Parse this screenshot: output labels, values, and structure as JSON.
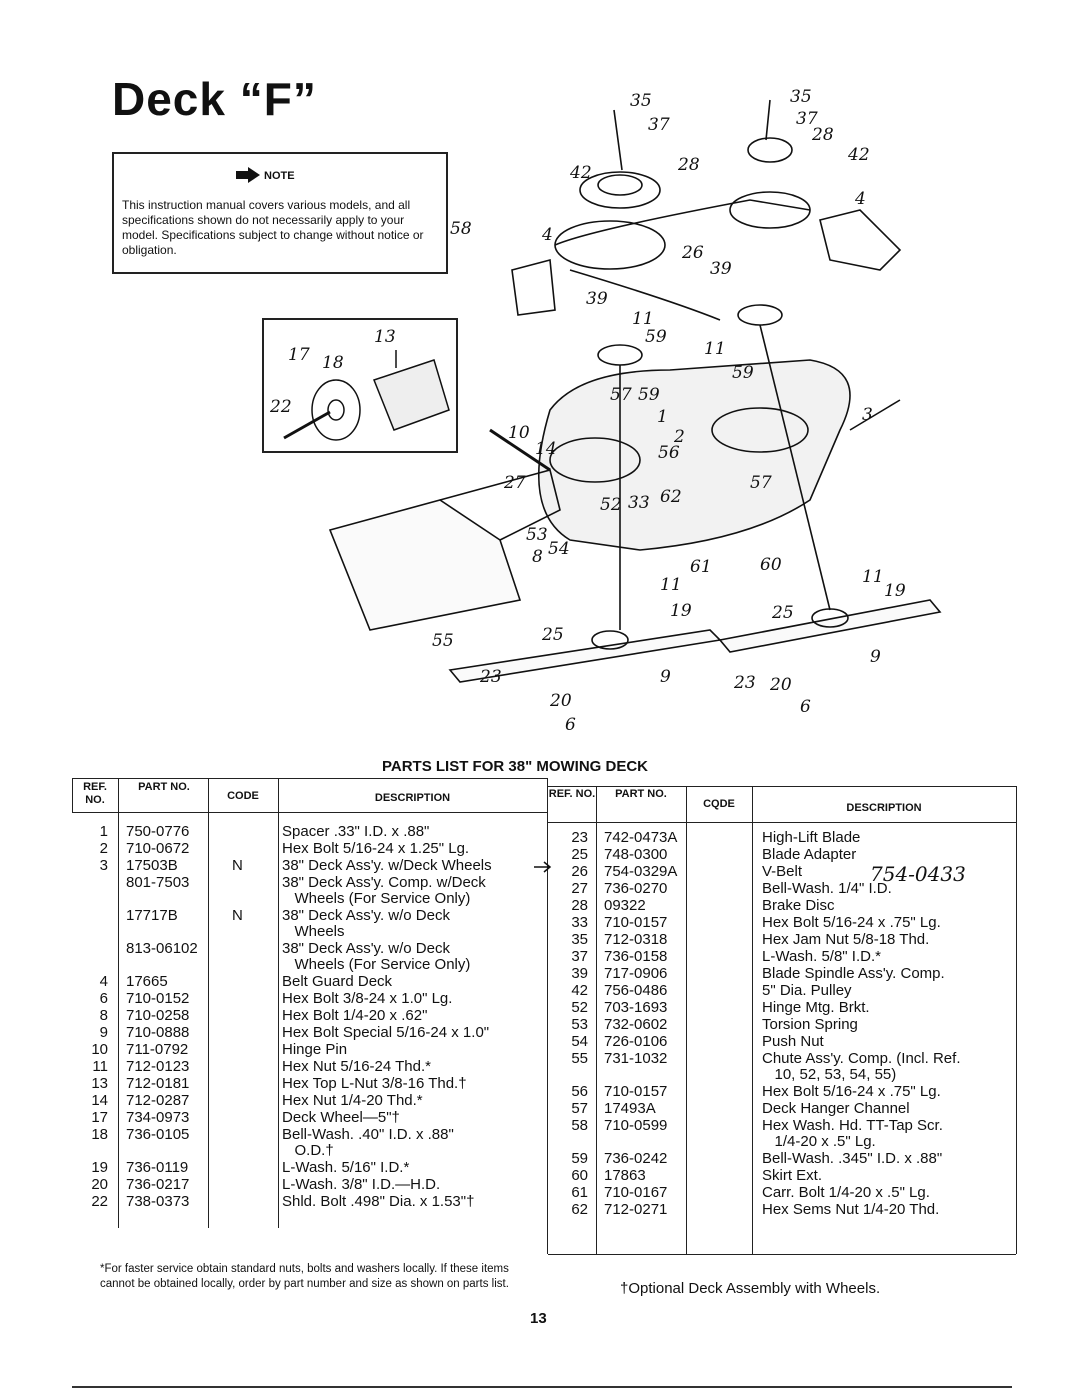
{
  "title": "Deck “F”",
  "note": {
    "label": "NOTE",
    "text": "This instruction manual covers various models, and all specifications shown do not necessarily apply to your model. Specifications subject to change without notice or obligation."
  },
  "diagram": {
    "callouts": [
      "35",
      "37",
      "28",
      "42",
      "28",
      "35",
      "37",
      "42",
      "4",
      "58",
      "4",
      "26",
      "39",
      "39",
      "11",
      "59",
      "11",
      "59",
      "3",
      "13",
      "17",
      "18",
      "22",
      "10",
      "14",
      "57",
      "59",
      "1",
      "2",
      "56",
      "27",
      "52",
      "33",
      "62",
      "57",
      "53",
      "8",
      "54",
      "61",
      "60",
      "55",
      "11",
      "19",
      "25",
      "23",
      "9",
      "20",
      "6",
      "11",
      "19",
      "25",
      "23",
      "20",
      "9",
      "6"
    ]
  },
  "parts_list": {
    "title": "PARTS LIST FOR 38\" MOWING DECK",
    "headers": {
      "ref_no": "REF. NO.",
      "part_no": "PART NO.",
      "code": "CODE",
      "description": "DESCRIPTION",
      "ref_no_2": "REF. NO.",
      "part_no_2": "PART NO.",
      "code_2": "CQDE",
      "description_2": "DESCRIPTION"
    },
    "left_rows": [
      {
        "ref": "1",
        "part": "750-0776",
        "code": "",
        "desc": "Spacer .33\" I.D. x .88\""
      },
      {
        "ref": "2",
        "part": "710-0672",
        "code": "",
        "desc": "Hex Bolt 5/16-24 x 1.25\" Lg."
      },
      {
        "ref": "3",
        "part": "17503B",
        "code": "N",
        "desc": "38\" Deck Ass'y. w/Deck Wheels"
      },
      {
        "ref": "",
        "part": "801-7503",
        "code": "",
        "desc": "38\" Deck Ass'y. Comp. w/Deck\n   Wheels (For Service Only)"
      },
      {
        "ref": "",
        "part": "17717B",
        "code": "N",
        "desc": "38\" Deck Ass'y. w/o Deck\n   Wheels"
      },
      {
        "ref": "",
        "part": "813-06102",
        "code": "",
        "desc": "38\" Deck Ass'y. w/o Deck\n   Wheels (For Service Only)"
      },
      {
        "ref": "4",
        "part": "17665",
        "code": "",
        "desc": "Belt Guard Deck"
      },
      {
        "ref": "6",
        "part": "710-0152",
        "code": "",
        "desc": "Hex Bolt 3/8-24 x 1.0\" Lg."
      },
      {
        "ref": "8",
        "part": "710-0258",
        "code": "",
        "desc": "Hex Bolt 1/4-20 x .62\""
      },
      {
        "ref": "9",
        "part": "710-0888",
        "code": "",
        "desc": "Hex Bolt Special 5/16-24 x 1.0\""
      },
      {
        "ref": "10",
        "part": "711-0792",
        "code": "",
        "desc": "Hinge Pin"
      },
      {
        "ref": "11",
        "part": "712-0123",
        "code": "",
        "desc": "Hex Nut 5/16-24 Thd.*"
      },
      {
        "ref": "13",
        "part": "712-0181",
        "code": "",
        "desc": "Hex Top L-Nut 3/8-16 Thd.†"
      },
      {
        "ref": "14",
        "part": "712-0287",
        "code": "",
        "desc": "Hex Nut 1/4-20 Thd.*"
      },
      {
        "ref": "17",
        "part": "734-0973",
        "code": "",
        "desc": "Deck Wheel—5\"†"
      },
      {
        "ref": "18",
        "part": "736-0105",
        "code": "",
        "desc": "Bell-Wash. .40\" I.D. x .88\"\n   O.D.†"
      },
      {
        "ref": "19",
        "part": "736-0119",
        "code": "",
        "desc": "L-Wash. 5/16\" I.D.*"
      },
      {
        "ref": "20",
        "part": "736-0217",
        "code": "",
        "desc": "L-Wash. 3/8\" I.D.—H.D."
      },
      {
        "ref": "22",
        "part": "738-0373",
        "code": "",
        "desc": "Shld. Bolt .498\" Dia. x 1.53\"†"
      }
    ],
    "right_rows": [
      {
        "ref": "23",
        "part": "742-0473A",
        "code": "",
        "desc": "High-Lift Blade"
      },
      {
        "ref": "25",
        "part": "748-0300",
        "code": "",
        "desc": "Blade Adapter"
      },
      {
        "ref": "26",
        "part": "754-0329A",
        "code": "",
        "desc": "V-Belt"
      },
      {
        "ref": "27",
        "part": "736-0270",
        "code": "",
        "desc": "Bell-Wash. 1/4\" I.D."
      },
      {
        "ref": "28",
        "part": "09322",
        "code": "",
        "desc": "Brake Disc"
      },
      {
        "ref": "33",
        "part": "710-0157",
        "code": "",
        "desc": "Hex Bolt 5/16-24 x .75\" Lg."
      },
      {
        "ref": "35",
        "part": "712-0318",
        "code": "",
        "desc": "Hex Jam Nut 5/8-18 Thd."
      },
      {
        "ref": "37",
        "part": "736-0158",
        "code": "",
        "desc": "L-Wash. 5/8\" I.D.*"
      },
      {
        "ref": "39",
        "part": "717-0906",
        "code": "",
        "desc": "Blade Spindle Ass'y. Comp."
      },
      {
        "ref": "42",
        "part": "756-0486",
        "code": "",
        "desc": "5\" Dia. Pulley"
      },
      {
        "ref": "52",
        "part": "703-1693",
        "code": "",
        "desc": "Hinge Mtg. Brkt."
      },
      {
        "ref": "53",
        "part": "732-0602",
        "code": "",
        "desc": "Torsion Spring"
      },
      {
        "ref": "54",
        "part": "726-0106",
        "code": "",
        "desc": "Push Nut"
      },
      {
        "ref": "55",
        "part": "731-1032",
        "code": "",
        "desc": "Chute Ass'y. Comp. (Incl. Ref.\n   10, 52, 53, 54, 55)"
      },
      {
        "ref": "56",
        "part": "710-0157",
        "code": "",
        "desc": "Hex Bolt 5/16-24 x .75\" Lg."
      },
      {
        "ref": "57",
        "part": "17493A",
        "code": "",
        "desc": "Deck Hanger Channel"
      },
      {
        "ref": "58",
        "part": "710-0599",
        "code": "",
        "desc": "Hex Wash. Hd. TT-Tap Scr.\n   1/4-20 x .5\" Lg."
      },
      {
        "ref": "59",
        "part": "736-0242",
        "code": "",
        "desc": "Bell-Wash. .345\" I.D. x .88\""
      },
      {
        "ref": "60",
        "part": "17863",
        "code": "",
        "desc": "Skirt Ext."
      },
      {
        "ref": "61",
        "part": "710-0167",
        "code": "",
        "desc": "Carr. Bolt 1/4-20 x .5\" Lg."
      },
      {
        "ref": "62",
        "part": "712-0271",
        "code": "",
        "desc": "Hex Sems Nut 1/4-20 Thd."
      }
    ],
    "handwritten_correction": "754-0433"
  },
  "footnote": "*For faster service obtain standard nuts, bolts and washers locally. If these items cannot be obtained locally, order by part number and size as shown on parts list.",
  "optional_note": "†Optional Deck Assembly with Wheels.",
  "page_number": "13"
}
